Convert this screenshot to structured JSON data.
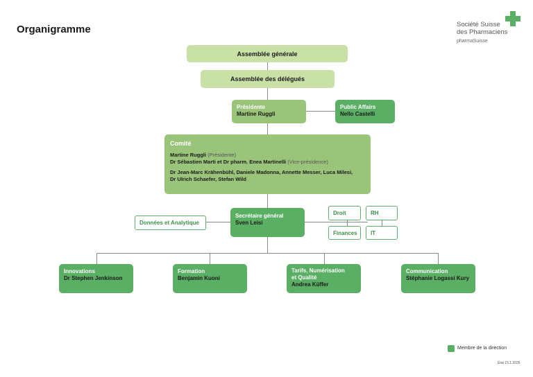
{
  "title": "Organigramme",
  "logo": {
    "line1": "Société Suisse",
    "line2": "des Pharmaciens",
    "line3": "pharmaSuisse",
    "accent": "#5aaf64"
  },
  "colors": {
    "light": "#c9e0a7",
    "mid": "#9ac47a",
    "dark": "#5aaf64"
  },
  "assemblee_generale": "Assemblée générale",
  "assemblee_delegues": "Assemblée des délégués",
  "presidente": {
    "title": "Présidente",
    "name": "Martine Ruggli"
  },
  "public_affairs": {
    "title": "Public Affairs",
    "name": "Nello Castelli"
  },
  "comite": {
    "title": "Comité",
    "line1_name": "Martine Ruggli",
    "line1_role": "(Présidente)",
    "line2_name": "Dr Sébastien Marti et Dr pharm. Enea Martinelli",
    "line2_role": "(Vice-présidence)",
    "line3": "Dr Jean-Marc Krähenbühl, Daniele Madonna, Annette Messer, Luca Milesi,",
    "line4": "Dr Ulrich Schaefer, Stefan Wild"
  },
  "donnees": "Données et Analytique",
  "secretaire": {
    "title": "Secrétaire général",
    "name": "Sven Leisi"
  },
  "droit": "Droit",
  "rh": "RH",
  "finances": "Finances",
  "it": "IT",
  "departments": [
    {
      "title": "Innovations",
      "name": "Dr Stephen Jenkinson"
    },
    {
      "title": "Formation",
      "name": "Benjamin Kuoni"
    },
    {
      "title_line1": "Tarifs, Numérisation",
      "title_line2": "et Qualité",
      "name": "Andrea Küffer"
    },
    {
      "title": "Communication",
      "name": "Stéphanie Logassi Kury"
    }
  ],
  "legend": "Membre de la direction",
  "date": "État 15.1.2026"
}
